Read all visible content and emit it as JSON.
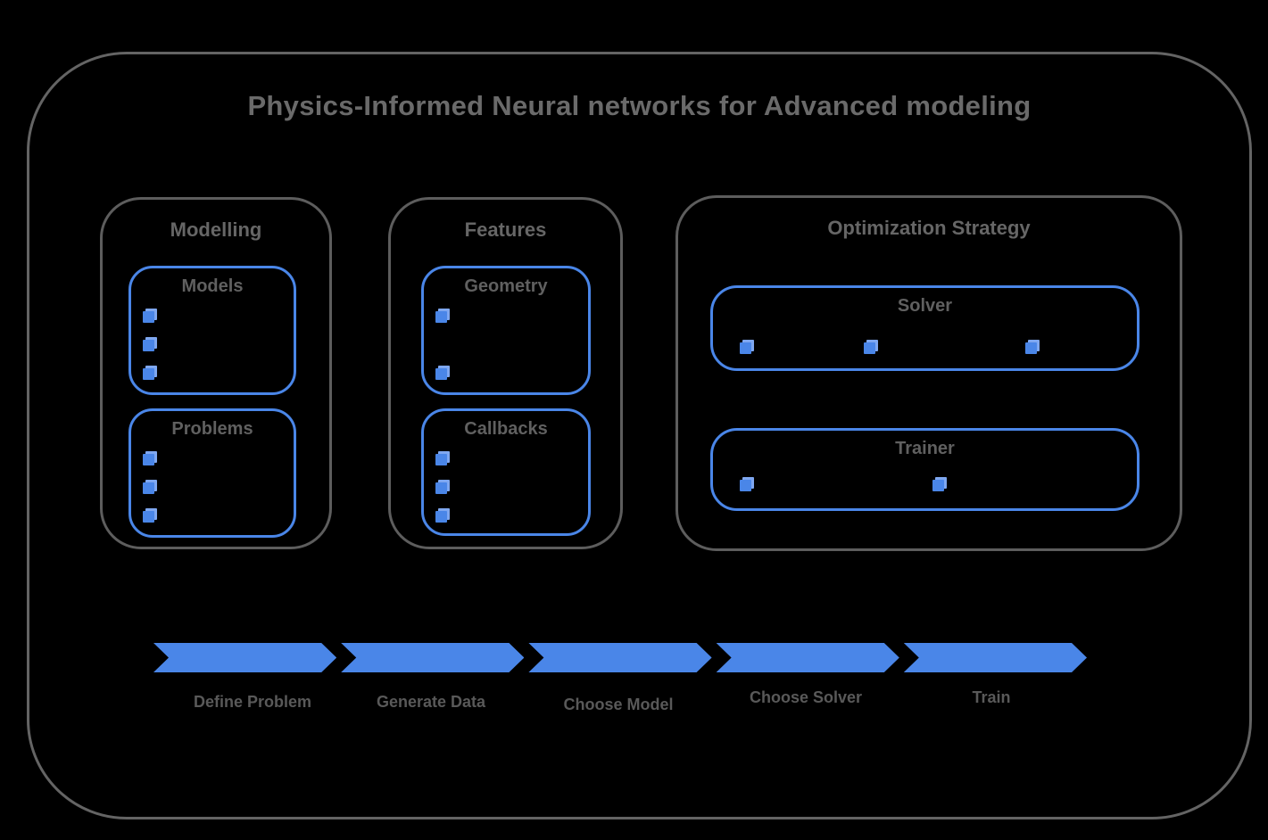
{
  "title": "Physics-Informed Neural networks for Advanced modeling",
  "colors": {
    "accent_blue": "#4a86e8",
    "cube_highlight": "#7fa7f0",
    "border_gray": "#5d5d5d",
    "title_gray": "#6a6a6a",
    "background": "#000000"
  },
  "sections": [
    {
      "label": "Modelling",
      "boxes": [
        {
          "label": "Models",
          "bullet_count": 3
        },
        {
          "label": "Problems",
          "bullet_count": 3
        }
      ]
    },
    {
      "label": "Features",
      "boxes": [
        {
          "label": "Geometry",
          "bullet_count": 2
        },
        {
          "label": "Callbacks",
          "bullet_count": 3
        }
      ]
    },
    {
      "label": "Optimization Strategy",
      "boxes": [
        {
          "label": "Solver",
          "bullet_count": 3
        },
        {
          "label": "Trainer",
          "bullet_count": 2
        }
      ]
    }
  ],
  "pipeline": {
    "steps": [
      "Define Problem",
      "Generate Data",
      "Choose Model",
      "Choose Solver",
      "Train"
    ]
  }
}
